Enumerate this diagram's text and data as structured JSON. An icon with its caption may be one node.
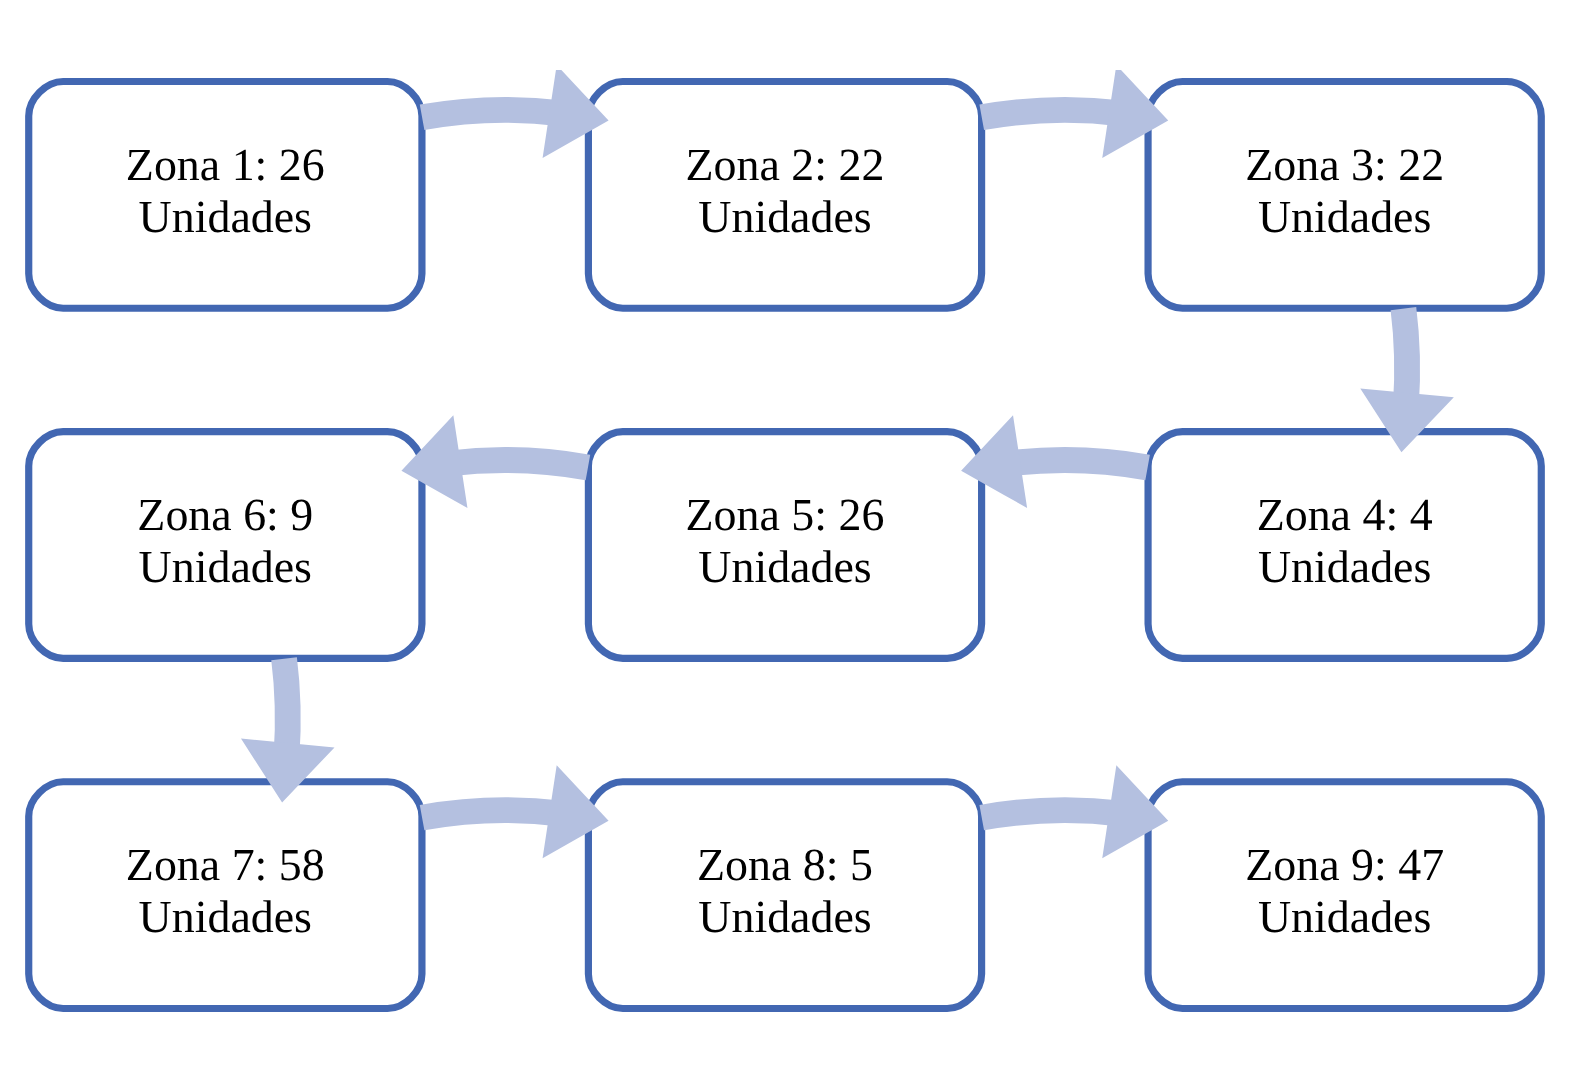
{
  "diagram": {
    "nodes": [
      {
        "text": [
          "Zona 1: 26 Unidades"
        ]
      },
      {
        "text": [
          "Zona 2: 22 Unidades"
        ]
      },
      {
        "text": [
          "Zona 3: 22 Unidades"
        ]
      },
      {
        "text": [
          "Zona 4: 4 Unidades"
        ]
      },
      {
        "text": [
          "Zona 5: 26 Unidades"
        ]
      },
      {
        "text": [
          "Zona 6: 9 Unidades"
        ]
      },
      {
        "text": [
          "Zona 7: 58 Unidades"
        ]
      },
      {
        "text": [
          "Zona 8: 5 Unidades"
        ]
      },
      {
        "text": [
          "Zona 9: 47 Unidades"
        ]
      }
    ],
    "edges": [
      {
        "from": 0,
        "to": 1,
        "arrow": "to"
      },
      {
        "from": 1,
        "to": 2,
        "arrow": "to"
      },
      {
        "from": 2,
        "to": 3,
        "arrow": "to"
      },
      {
        "from": 3,
        "to": 4,
        "arrow": "to"
      },
      {
        "from": 4,
        "to": 5,
        "arrow": "to"
      },
      {
        "from": 5,
        "to": 6,
        "arrow": "to"
      },
      {
        "from": 6,
        "to": 7,
        "arrow": "to"
      },
      {
        "from": 7,
        "to": 8,
        "arrow": "to"
      }
    ]
  }
}
